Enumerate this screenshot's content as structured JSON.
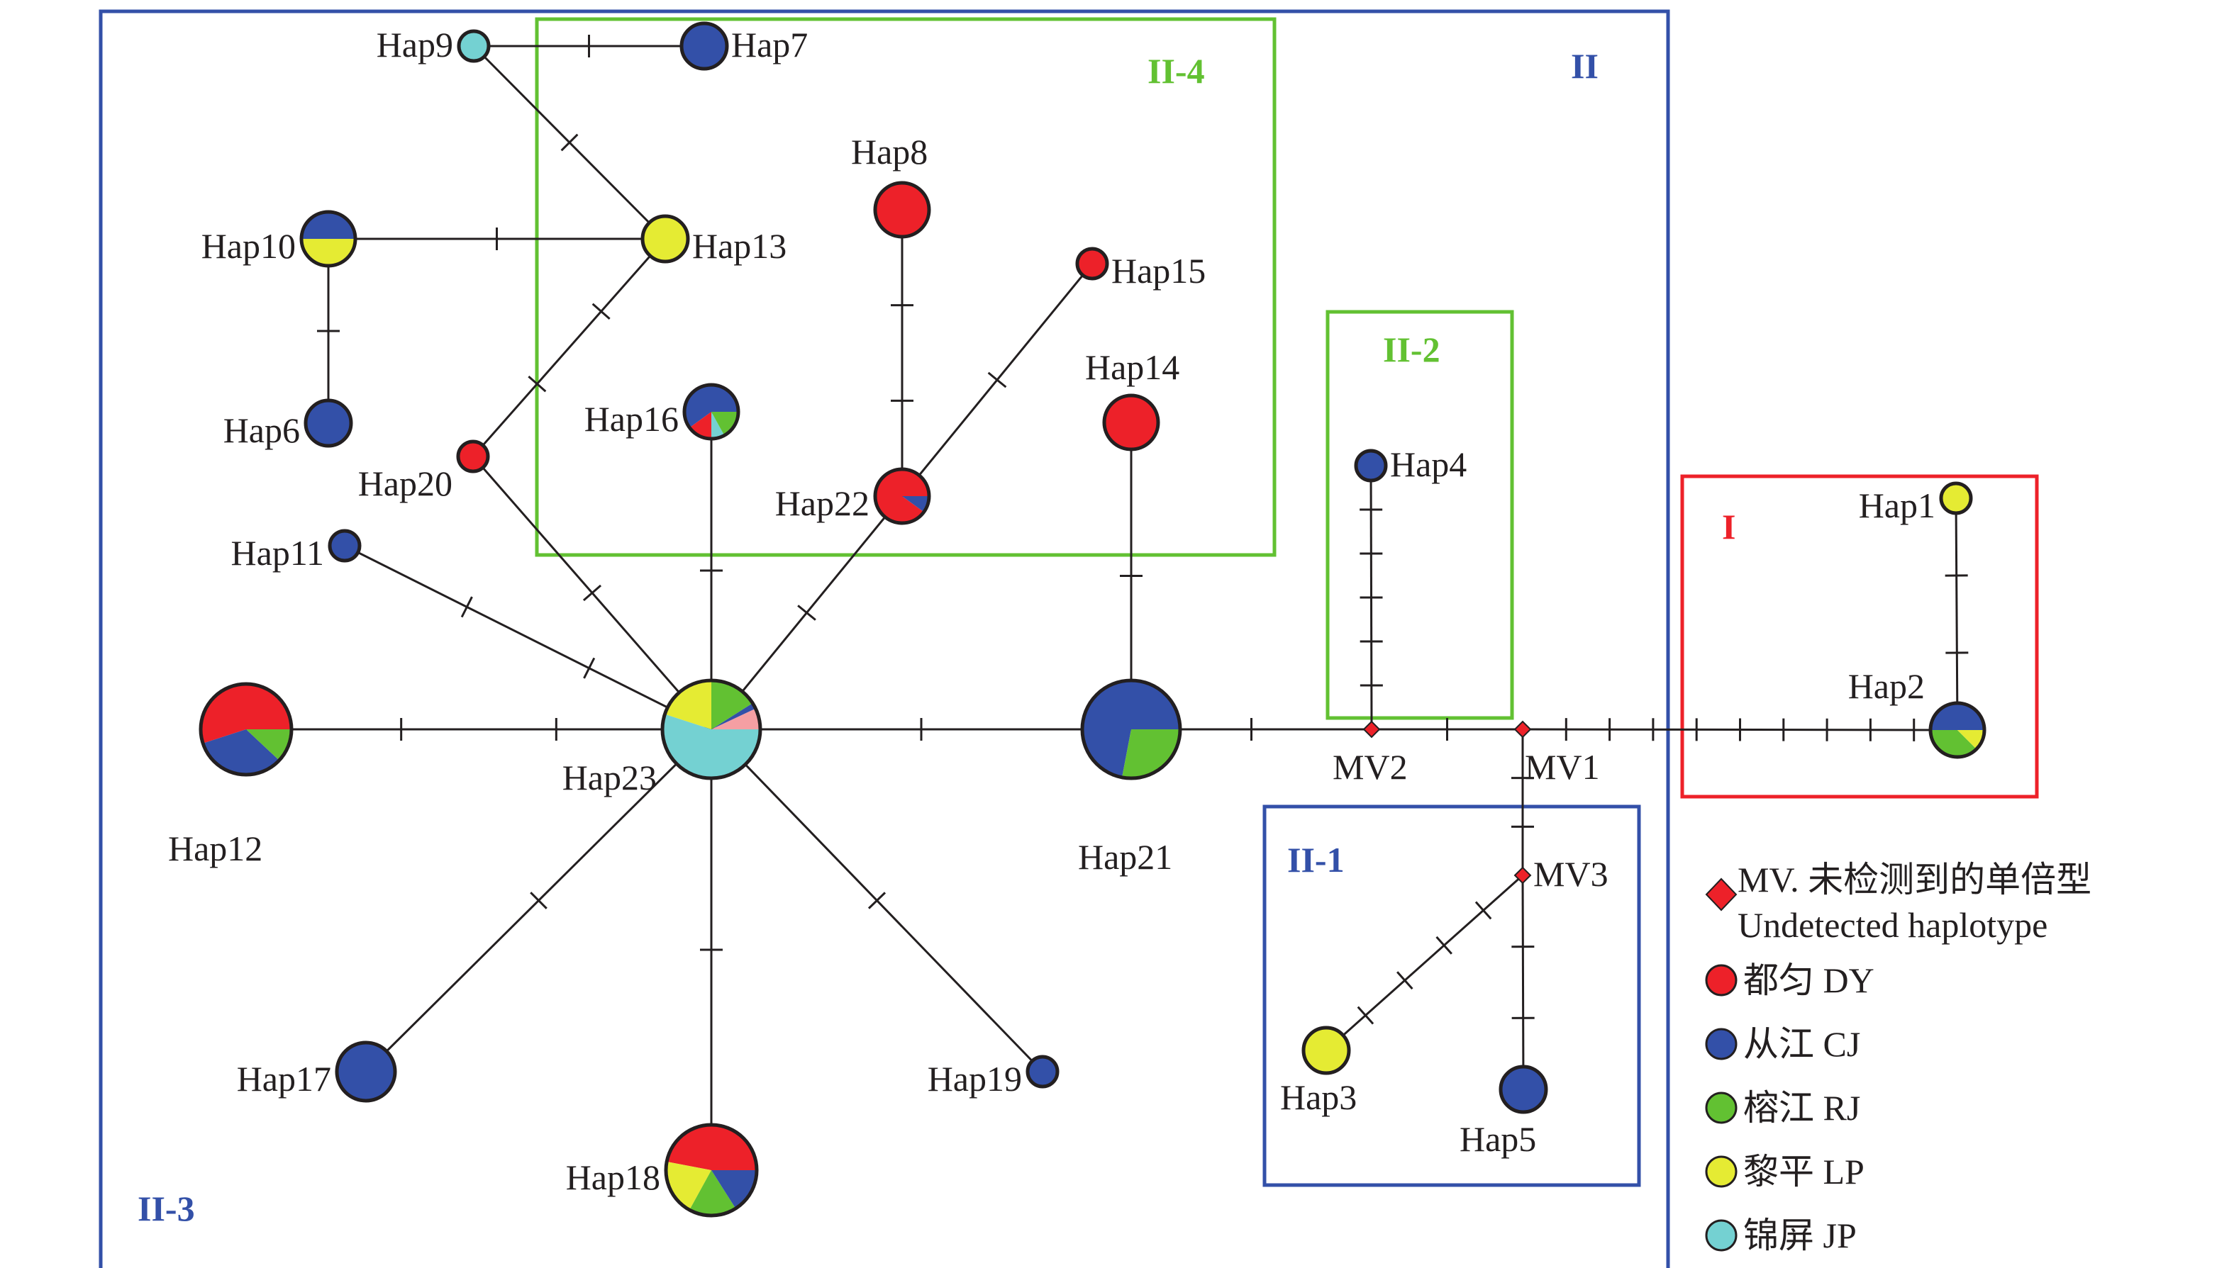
{
  "figure": {
    "type": "haplotype network (median-joining)",
    "populations": [
      {
        "key": "DY",
        "label": "都匀 DY",
        "color": "#ed2129"
      },
      {
        "key": "CJ",
        "label": "从江 CJ",
        "color": "#3350a8"
      },
      {
        "key": "RJ",
        "label": "榕江 RJ",
        "color": "#62c132"
      },
      {
        "key": "LP",
        "label": "黎平 LP",
        "color": "#e5eb33"
      },
      {
        "key": "JP",
        "label": "锦屏 JP",
        "color": "#74d1d2"
      }
    ],
    "extra_colors": {
      "PINK": "#f59fa3",
      "mv": "#ed2129",
      "outline": "#231f20"
    },
    "legend": {
      "mv_line1": "MV. 未检测到的单倍型",
      "mv_line2": "Undetected haplotype",
      "items": [
        "都匀 DY",
        "从江 CJ",
        "榕江 RJ",
        "黎平 LP",
        "锦屏 JP"
      ]
    },
    "groups": [
      {
        "id": "II",
        "label": "II",
        "color": "#3350a8"
      },
      {
        "id": "II-4",
        "label": "II-4",
        "color": "#62c132"
      },
      {
        "id": "II-2",
        "label": "II-2",
        "color": "#62c132"
      },
      {
        "id": "I",
        "label": "I",
        "color": "#ed2129"
      },
      {
        "id": "II-1",
        "label": "II-1",
        "color": "#3350a8"
      },
      {
        "id": "II-3",
        "label": "II-3",
        "color": "#3350a8"
      }
    ],
    "haplotypes": [
      {
        "id": "Hap1",
        "label": "Hap1",
        "size": "small",
        "composition": {
          "LP": 1
        }
      },
      {
        "id": "Hap2",
        "label": "Hap2",
        "size": "medium",
        "composition": {
          "CJ": 0.5,
          "RJ": 0.375,
          "LP": 0.125
        }
      },
      {
        "id": "Hap3",
        "label": "Hap3",
        "size": "small-medium",
        "composition": {
          "LP": 1
        }
      },
      {
        "id": "Hap4",
        "label": "Hap4",
        "size": "small",
        "composition": {
          "CJ": 1
        }
      },
      {
        "id": "Hap5",
        "label": "Hap5",
        "size": "small-medium",
        "composition": {
          "CJ": 1
        }
      },
      {
        "id": "Hap6",
        "label": "Hap6",
        "size": "small-medium",
        "composition": {
          "CJ": 1
        }
      },
      {
        "id": "Hap7",
        "label": "Hap7",
        "size": "small-medium",
        "composition": {
          "CJ": 1
        }
      },
      {
        "id": "Hap8",
        "label": "Hap8",
        "size": "medium",
        "composition": {
          "DY": 1
        }
      },
      {
        "id": "Hap9",
        "label": "Hap9",
        "size": "small",
        "composition": {
          "JP": 1
        }
      },
      {
        "id": "Hap10",
        "label": "Hap10",
        "size": "medium",
        "composition": {
          "CJ": 0.5,
          "LP": 0.5
        }
      },
      {
        "id": "Hap11",
        "label": "Hap11",
        "size": "small",
        "composition": {
          "CJ": 1
        }
      },
      {
        "id": "Hap12",
        "label": "Hap12",
        "size": "large",
        "composition": {
          "DY": 0.55,
          "CJ": 0.33,
          "RJ": 0.12
        }
      },
      {
        "id": "Hap13",
        "label": "Hap13",
        "size": "small-medium",
        "composition": {
          "LP": 1
        }
      },
      {
        "id": "Hap14",
        "label": "Hap14",
        "size": "medium",
        "composition": {
          "DY": 1
        }
      },
      {
        "id": "Hap15",
        "label": "Hap15",
        "size": "small",
        "composition": {
          "DY": 1
        }
      },
      {
        "id": "Hap16",
        "label": "Hap16",
        "size": "medium",
        "composition": {
          "CJ": 0.6,
          "DY": 0.15,
          "JP": 0.08,
          "RJ": 0.17
        }
      },
      {
        "id": "Hap17",
        "label": "Hap17",
        "size": "medium-large",
        "composition": {
          "CJ": 1
        }
      },
      {
        "id": "Hap18",
        "label": "Hap18",
        "size": "large",
        "composition": {
          "DY": 0.47,
          "LP": 0.2,
          "RJ": 0.17,
          "CJ": 0.16
        }
      },
      {
        "id": "Hap19",
        "label": "Hap19",
        "size": "small",
        "composition": {
          "CJ": 1
        }
      },
      {
        "id": "Hap20",
        "label": "Hap20",
        "size": "small",
        "composition": {
          "DY": 1
        }
      },
      {
        "id": "Hap21",
        "label": "Hap21",
        "size": "xlarge",
        "composition": {
          "CJ": 0.72,
          "RJ": 0.28
        }
      },
      {
        "id": "Hap22",
        "label": "Hap22",
        "size": "medium",
        "composition": {
          "DY": 0.9,
          "CJ": 0.1
        }
      },
      {
        "id": "Hap23",
        "label": "Hap23",
        "size": "xlarge",
        "composition": {
          "PINK": 0.07,
          "CJ": 0.02,
          "RJ": 0.16,
          "LP": 0.2,
          "JP": 0.55
        }
      }
    ],
    "median_vectors": [
      {
        "id": "MV1",
        "label": "MV1"
      },
      {
        "id": "MV2",
        "label": "MV2"
      },
      {
        "id": "MV3",
        "label": "MV3"
      }
    ],
    "edges": [
      {
        "from": "Hap9",
        "to": "Hap7",
        "mutations": 1
      },
      {
        "from": "Hap9",
        "to": "Hap13",
        "mutations": 1
      },
      {
        "from": "Hap10",
        "to": "Hap13",
        "mutations": 1
      },
      {
        "from": "Hap10",
        "to": "Hap6",
        "mutations": 1
      },
      {
        "from": "Hap13",
        "to": "Hap20",
        "mutations": 2
      },
      {
        "from": "Hap20",
        "to": "Hap23",
        "mutations": 1
      },
      {
        "from": "Hap11",
        "to": "Hap23",
        "mutations": 2
      },
      {
        "from": "Hap16",
        "to": "Hap23",
        "mutations": 1
      },
      {
        "from": "Hap8",
        "to": "Hap22",
        "mutations": 2
      },
      {
        "from": "Hap15",
        "to": "Hap22",
        "mutations": 1
      },
      {
        "from": "Hap22",
        "to": "Hap23",
        "mutations": 1
      },
      {
        "from": "Hap12",
        "to": "Hap23",
        "mutations": 2
      },
      {
        "from": "Hap17",
        "to": "Hap23",
        "mutations": 1
      },
      {
        "from": "Hap18",
        "to": "Hap23",
        "mutations": 1
      },
      {
        "from": "Hap19",
        "to": "Hap23",
        "mutations": 1
      },
      {
        "from": "Hap23",
        "to": "Hap21",
        "mutations": 1
      },
      {
        "from": "Hap14",
        "to": "Hap21",
        "mutations": 1
      },
      {
        "from": "Hap21",
        "to": "MV2",
        "mutations": 1
      },
      {
        "from": "Hap4",
        "to": "MV2",
        "mutations": 5
      },
      {
        "from": "MV2",
        "to": "MV1",
        "mutations": 1
      },
      {
        "from": "MV1",
        "to": "Hap2",
        "mutations": 9
      },
      {
        "from": "Hap1",
        "to": "Hap2",
        "mutations": 2
      },
      {
        "from": "MV1",
        "to": "MV3",
        "mutations": 2
      },
      {
        "from": "MV3",
        "to": "Hap3",
        "mutations": 4
      },
      {
        "from": "MV3",
        "to": "Hap5",
        "mutations": 2
      }
    ]
  }
}
